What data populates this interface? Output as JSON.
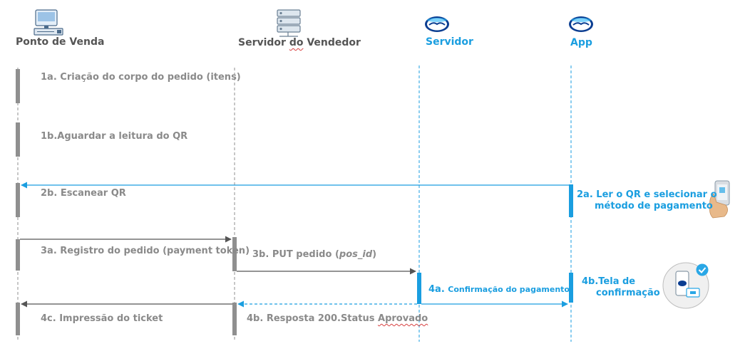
{
  "colors": {
    "gray_text": "#8a8a8a",
    "gray_bar": "#8f8f8f",
    "blue": "#1a9ee0",
    "dark_arrow": "#555555",
    "heading": "#555555"
  },
  "participants": [
    {
      "label": "Ponto de Venda",
      "icon": "computer-terminal-icon"
    },
    {
      "label_prefix": "Servidor ",
      "label_underlined": "do",
      "label_suffix": " Vendedor",
      "icon": "server-rack-icon"
    },
    {
      "label": "Servidor",
      "icon": "handshake-logo-icon"
    },
    {
      "label": "App",
      "icon": "handshake-logo-icon"
    }
  ],
  "steps": {
    "s1a": "1a. Criação do corpo do pedido (itens)",
    "s1b": "1b.Aguardar a leitura do QR",
    "s2a_line1": "2a. Ler o QR e selecionar o",
    "s2a_line2": "método de pagamento",
    "s2b": "2b. Escanear QR",
    "s3a": "3a. Registro do pedido (payment token)",
    "s3b_prefix": "3b. PUT pedido (",
    "s3b_italic": "pos_id",
    "s3b_suffix": ")",
    "s4a_num": "4a.",
    "s4a_text": "Confirmação do pagamento",
    "s4b_app_line1": "4b.Tela de",
    "s4b_app_line2": "confirmação",
    "s4b_resp_prefix": "4b. Resposta 200.Status ",
    "s4b_resp_underlined": "Aprovado",
    "s4c": "4c. Impressão do ticket"
  },
  "side_icons": [
    "hand-phone-scan-icon",
    "phone-payment-confirmed-icon"
  ]
}
